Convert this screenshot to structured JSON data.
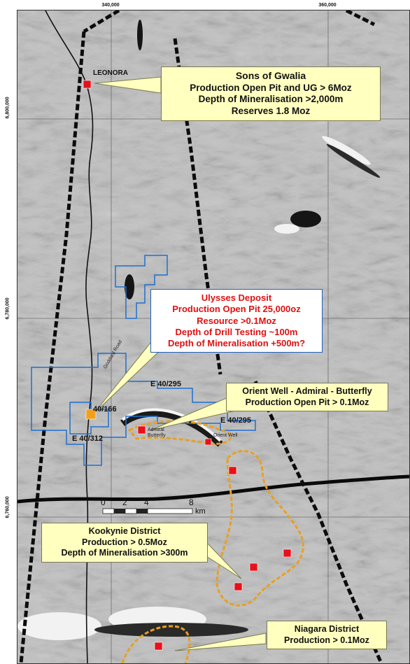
{
  "axes": {
    "x_ticks": [
      "340,000",
      "360,000"
    ],
    "y_ticks": [
      "6,800,000",
      "6,780,000",
      "6,760,000"
    ]
  },
  "places": {
    "leonora": "LEONORA",
    "admiral": "Admiral",
    "butterfly": "Butterfly",
    "orient_well": "Orient Well",
    "rocky_road": "Goddard Road"
  },
  "callouts": {
    "gwalia": [
      "Sons of Gwalia",
      "Production Open Pit and UG > 6Moz",
      "Depth of Mineralisation >2,000m",
      "Reserves 1.8 Moz"
    ],
    "ulysses": [
      "Ulysses Deposit",
      "Production Open Pit 25,000oz",
      "Resource >0.1Moz",
      "Depth of Drill Testing ~100m",
      "Depth of Mineralisation +500m?"
    ],
    "orient": [
      "Orient Well - Admiral - Butterfly",
      "Production Open Pit > 0.1Moz"
    ],
    "kookynie": [
      "Kookynie District",
      "Production > 0.5Moz",
      "Depth of Mineralisation >300m"
    ],
    "niagara": [
      "Niagara District",
      "Production > 0.1Moz"
    ]
  },
  "tenements": {
    "e40_295_a": "E 40/295",
    "e40_166": "40/166",
    "e40_295_b": "E 40/295",
    "e40_312": "E 40/312"
  },
  "scale": {
    "ticks": [
      "0",
      "2",
      "4",
      "8"
    ],
    "unit": "km"
  },
  "colors": {
    "mine": "#e8101a",
    "project": "#f0a020",
    "trend": "#e8a020",
    "tenement": "#1e6fd0",
    "fault": "#111111",
    "callout_bg": "#ffffc0"
  }
}
